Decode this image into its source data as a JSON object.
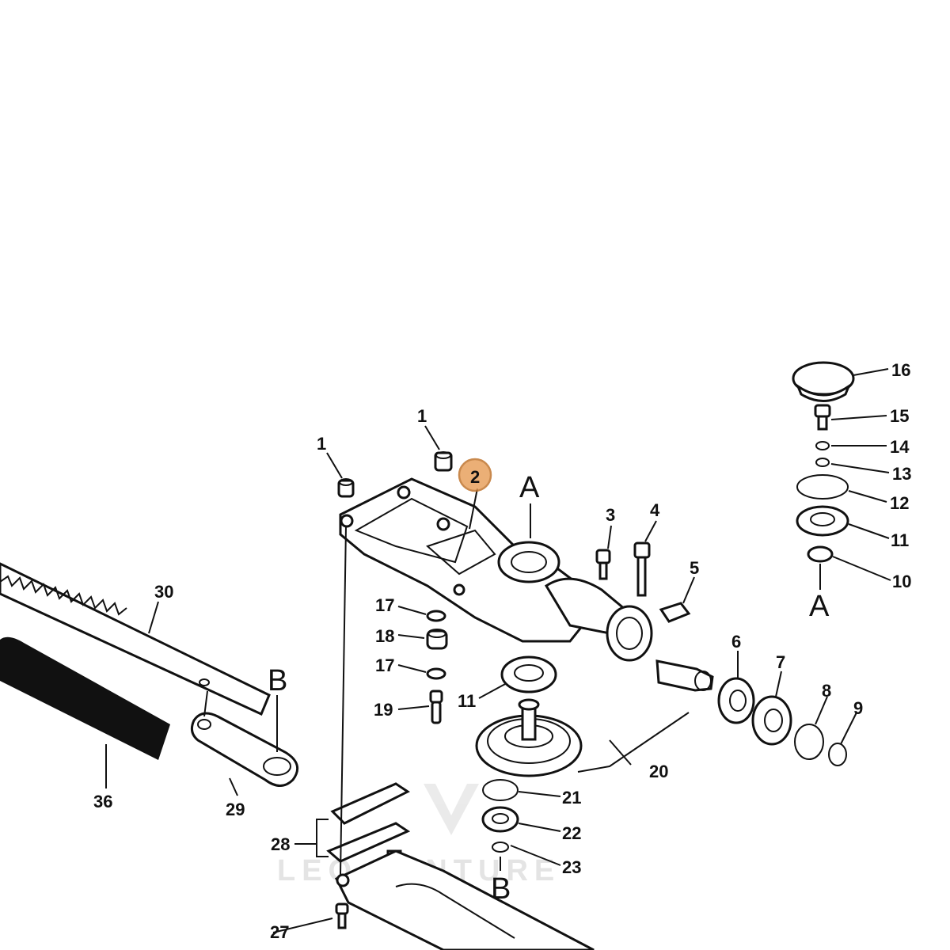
{
  "callouts": {
    "c1a": "1",
    "c1b": "1",
    "c2": "2",
    "c3": "3",
    "c4": "4",
    "c5": "5",
    "c6": "6",
    "c7": "7",
    "c8": "8",
    "c9": "9",
    "c10": "10",
    "c11a": "11",
    "c11b": "11",
    "c12": "12",
    "c13": "13",
    "c14": "14",
    "c15": "15",
    "c16": "16",
    "c17a": "17",
    "c17b": "17",
    "c18": "18",
    "c19": "19",
    "c20": "20",
    "c21": "21",
    "c22": "22",
    "c23": "23",
    "c27": "27",
    "c28": "28",
    "c29": "29",
    "c30": "30",
    "c36": "36"
  },
  "letters": {
    "a1": "A",
    "a2": "A",
    "b1": "B",
    "b2": "B"
  },
  "highlight": {
    "color": "#e8a25f",
    "stroke": "#c0752f"
  },
  "watermark": {
    "text": "LEO VENTURE"
  }
}
